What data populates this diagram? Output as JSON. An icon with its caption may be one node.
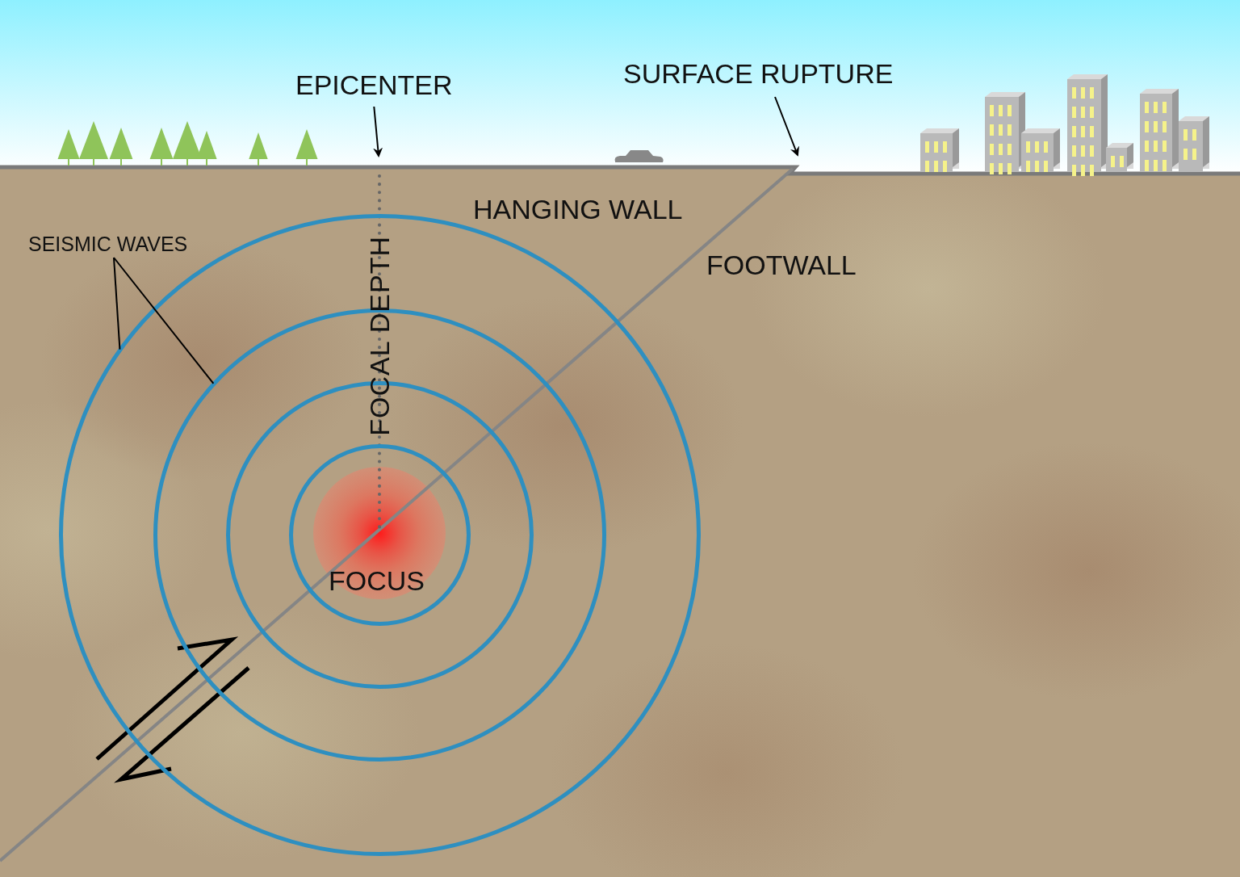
{
  "diagram": {
    "nodes": [
      {
        "text": [
          "EPICENTER"
        ]
      },
      {
        "text": [
          "SURFACE RUPTURE"
        ]
      },
      {
        "text": [
          "SEISMIC WAVES"
        ]
      },
      {
        "text": [],
        "shape": "circle"
      },
      {
        "text": [],
        "shape": "circle",
        "in": 3
      },
      {
        "text": [],
        "shape": "circle",
        "in": 4
      },
      {
        "text": [],
        "shape": "circle",
        "in": 5
      }
    ],
    "edges": [
      {
        "from": 0,
        "to": null,
        "arrow": "to"
      },
      {
        "from": 1,
        "to": null,
        "arrow": "to"
      },
      {
        "from": 2,
        "to": 3,
        "arrow": "none"
      },
      {
        "from": 2,
        "to": 4,
        "arrow": "none"
      }
    ],
    "labels": [
      "HANGING WALL",
      "FOOTWALL",
      "FOCAL DEPTH",
      "FOCUS"
    ]
  }
}
